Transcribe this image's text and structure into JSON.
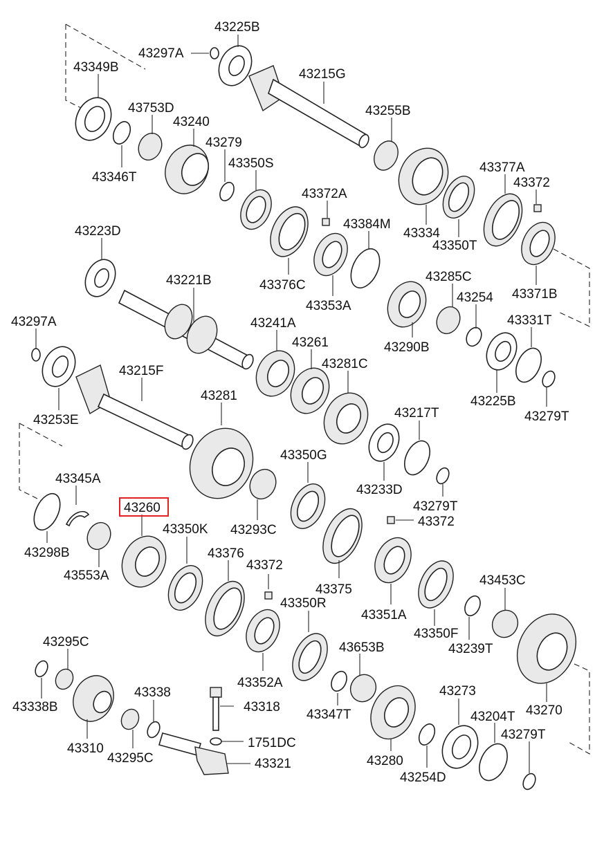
{
  "highlight_color": "#e02020",
  "labels": {
    "p43225B_top": "43225B",
    "p43297A_top": "43297A",
    "p43349B": "43349B",
    "p43215G": "43215G",
    "p43753D": "43753D",
    "p43240": "43240",
    "p43255B": "43255B",
    "p43279_top": "43279",
    "p43350S": "43350S",
    "p43346T": "43346T",
    "p43377A": "43377A",
    "p43372_r": "43372",
    "p43372A": "43372A",
    "p43384M": "43384M",
    "p43334": "43334",
    "p43350T": "43350T",
    "p43223D": "43223D",
    "p43376C": "43376C",
    "p43353A": "43353A",
    "p43221B": "43221B",
    "p43285C": "43285C",
    "p43254": "43254",
    "p43371B": "43371B",
    "p43297A_mid": "43297A",
    "p43241A": "43241A",
    "p43261": "43261",
    "p43331T": "43331T",
    "p43290B": "43290B",
    "p43281C": "43281C",
    "p43215F": "43215F",
    "p43225B_mid": "43225B",
    "p43253E": "43253E",
    "p43281": "43281",
    "p43279T_1": "43279T",
    "p43217T": "43217T",
    "p43350G": "43350G",
    "p43345A": "43345A",
    "p43233D": "43233D",
    "p43260": "43260",
    "p43279T_2": "43279T",
    "p43350K": "43350K",
    "p43293C": "43293C",
    "p43372_mid": "43372",
    "p43298B": "43298B",
    "p43376": "43376",
    "p43372_low": "43372",
    "p43553A": "43553A",
    "p43375": "43375",
    "p43453C": "43453C",
    "p43350R": "43350R",
    "p43351A": "43351A",
    "p43350F": "43350F",
    "p43295C_top": "43295C",
    "p43239T": "43239T",
    "p43653B": "43653B",
    "p43352A": "43352A",
    "p43338": "43338",
    "p43273": "43273",
    "p43318": "43318",
    "p43338B": "43338B",
    "p43347T": "43347T",
    "p43204T": "43204T",
    "p43270": "43270",
    "p1751DC": "1751DC",
    "p43279T_3": "43279T",
    "p43310": "43310",
    "p43321": "43321",
    "p43280": "43280",
    "p43295C_bot": "43295C",
    "p43254D": "43254D"
  }
}
